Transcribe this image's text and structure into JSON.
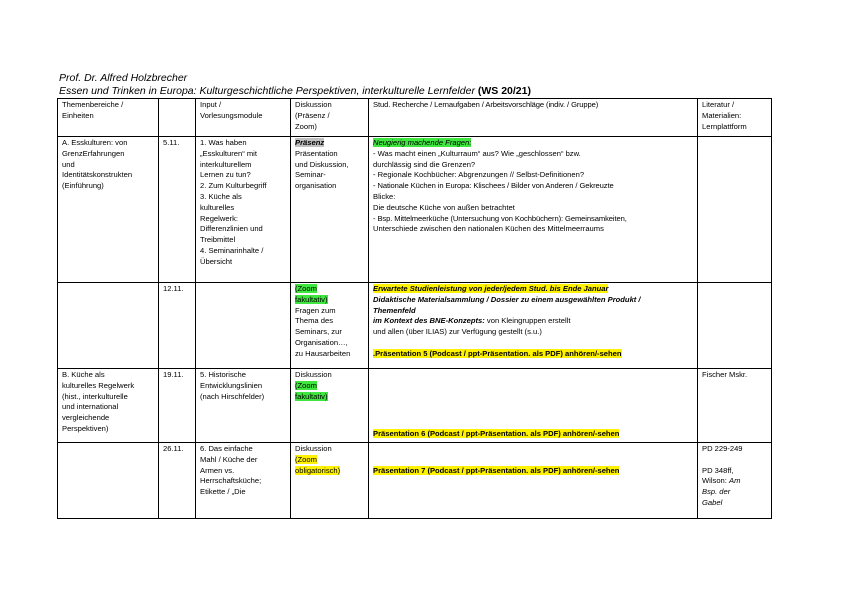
{
  "header": {
    "line1": "Prof. Dr. Alfred Holzbrecher",
    "line2": "Essen und Trinken in Europa: Kulturgeschichtliche Perspektiven, interkulturelle Lernfelder",
    "line2_semester": "(WS 20/21)"
  },
  "columns": {
    "c1": [
      "Themenbereiche /",
      "Einheiten"
    ],
    "c3": [
      "Input /",
      "Vorlesungsmodule"
    ],
    "c4": [
      "Diskussion",
      "(Präsenz /",
      "Zoom)"
    ],
    "c5": "Stud. Recherche / Lernaufgaben / Arbeitsvorschläge (indiv. / Gruppe)",
    "c6": [
      "Literatur /",
      "Materialien:",
      "Lernplattform"
    ]
  },
  "rows": {
    "r1": {
      "topic": [
        "A. Esskulturen: von",
        "GrenzErfahrungen",
        "und",
        "Identitätskonstrukten",
        "(Einführung)"
      ],
      "date": "5.11.",
      "input": [
        "1. Was haben",
        "„Esskulturen“ mit",
        "interkulturellem",
        "Lernen zu tun?",
        "2. Zum Kulturbegriff",
        "3. Küche als",
        "kulturelles",
        "Regelwerk:",
        "Differenzlinien und",
        "Treibmittel",
        "4. Seminarinhalte /",
        "Übersicht"
      ],
      "disc_hl": "Präsenz",
      "disc": [
        "Präsentation",
        "und Diskussion,",
        "Seminar-",
        "organisation"
      ],
      "research_hl": "Neugierig machende Fragen:",
      "research": [
        "- Was macht einen „Kulturraum“ aus? Wie „geschlossen“ bzw.",
        "durchlässig sind die Grenzen?",
        "- Regionale Kochbücher: Abgrenzungen // Selbst-Definitionen?",
        "- Nationale Küchen in Europa: Klischees / Bilder von Anderen / Gekreuzte",
        "Blicke:",
        "Die deutsche Küche von außen betrachtet",
        "- Bsp. Mittelmeerküche (Untersuchung von Kochbüchern): Gemeinsamkeiten,",
        "Unterschiede zwischen den nationalen Küchen des Mittelmeerraums"
      ]
    },
    "r2": {
      "date": "12.11.",
      "disc_hl": [
        "(Zoom",
        "fakultativ)"
      ],
      "disc": [
        "Fragen zum",
        "Thema des",
        "Seminars, zur",
        "Organisation…,",
        "zu Hausarbeiten"
      ],
      "research_hl": "Erwartete Studienleistung von jeder/jedem Stud. bis Ende Januar",
      "research_it": [
        "Didaktische Materialsammlung / Dossier zu einem ausgewählten Produkt /",
        "Themenfeld"
      ],
      "research_ctx_it": "im Kontext des BNE-Konzepts:",
      "research_ctx": " von Kleingruppen erstellt",
      "research_ctx2": "und allen (über ILIAS) zur Verfügung gestellt (s.u.)",
      "research_pres": ".Präsentation 5 (Podcast / ppt-Präsentation. als PDF) anhören/-sehen"
    },
    "r3": {
      "topic": [
        "B. Küche als",
        "kulturelles Regelwerk",
        "(hist., interkulturelle",
        "und international",
        "vergleichende",
        "Perspektiven)"
      ],
      "date": "19.11.",
      "input": [
        "5. Historische",
        "Entwicklungslinien",
        "(nach Hirschfelder)"
      ],
      "disc": "Diskussion",
      "disc_hl": [
        "(Zoom",
        "fakultativ)"
      ],
      "research_pres": "Präsentation 6 (Podcast / ppt-Präsentation. als PDF) anhören/-sehen",
      "lit": "Fischer Mskr."
    },
    "r4": {
      "date": "26.11.",
      "input": [
        "6. Das einfache",
        "Mahl / Küche der",
        "Armen vs.",
        "Herrschaftsküche;",
        "Etikette / „Die"
      ],
      "disc": "Diskussion",
      "disc_hl": [
        "(Zoom",
        "obligatorisch)"
      ],
      "research_pres": "Präsentation 7 (Podcast / ppt-Präsentation. als PDF) anhören/-sehen",
      "lit1": "PD 229-249",
      "lit2": "PD 348ff,",
      "lit3_a": "Wilson: ",
      "lit3_b": "Am",
      "lit4": "Bsp. der",
      "lit5": "Gabel"
    }
  }
}
